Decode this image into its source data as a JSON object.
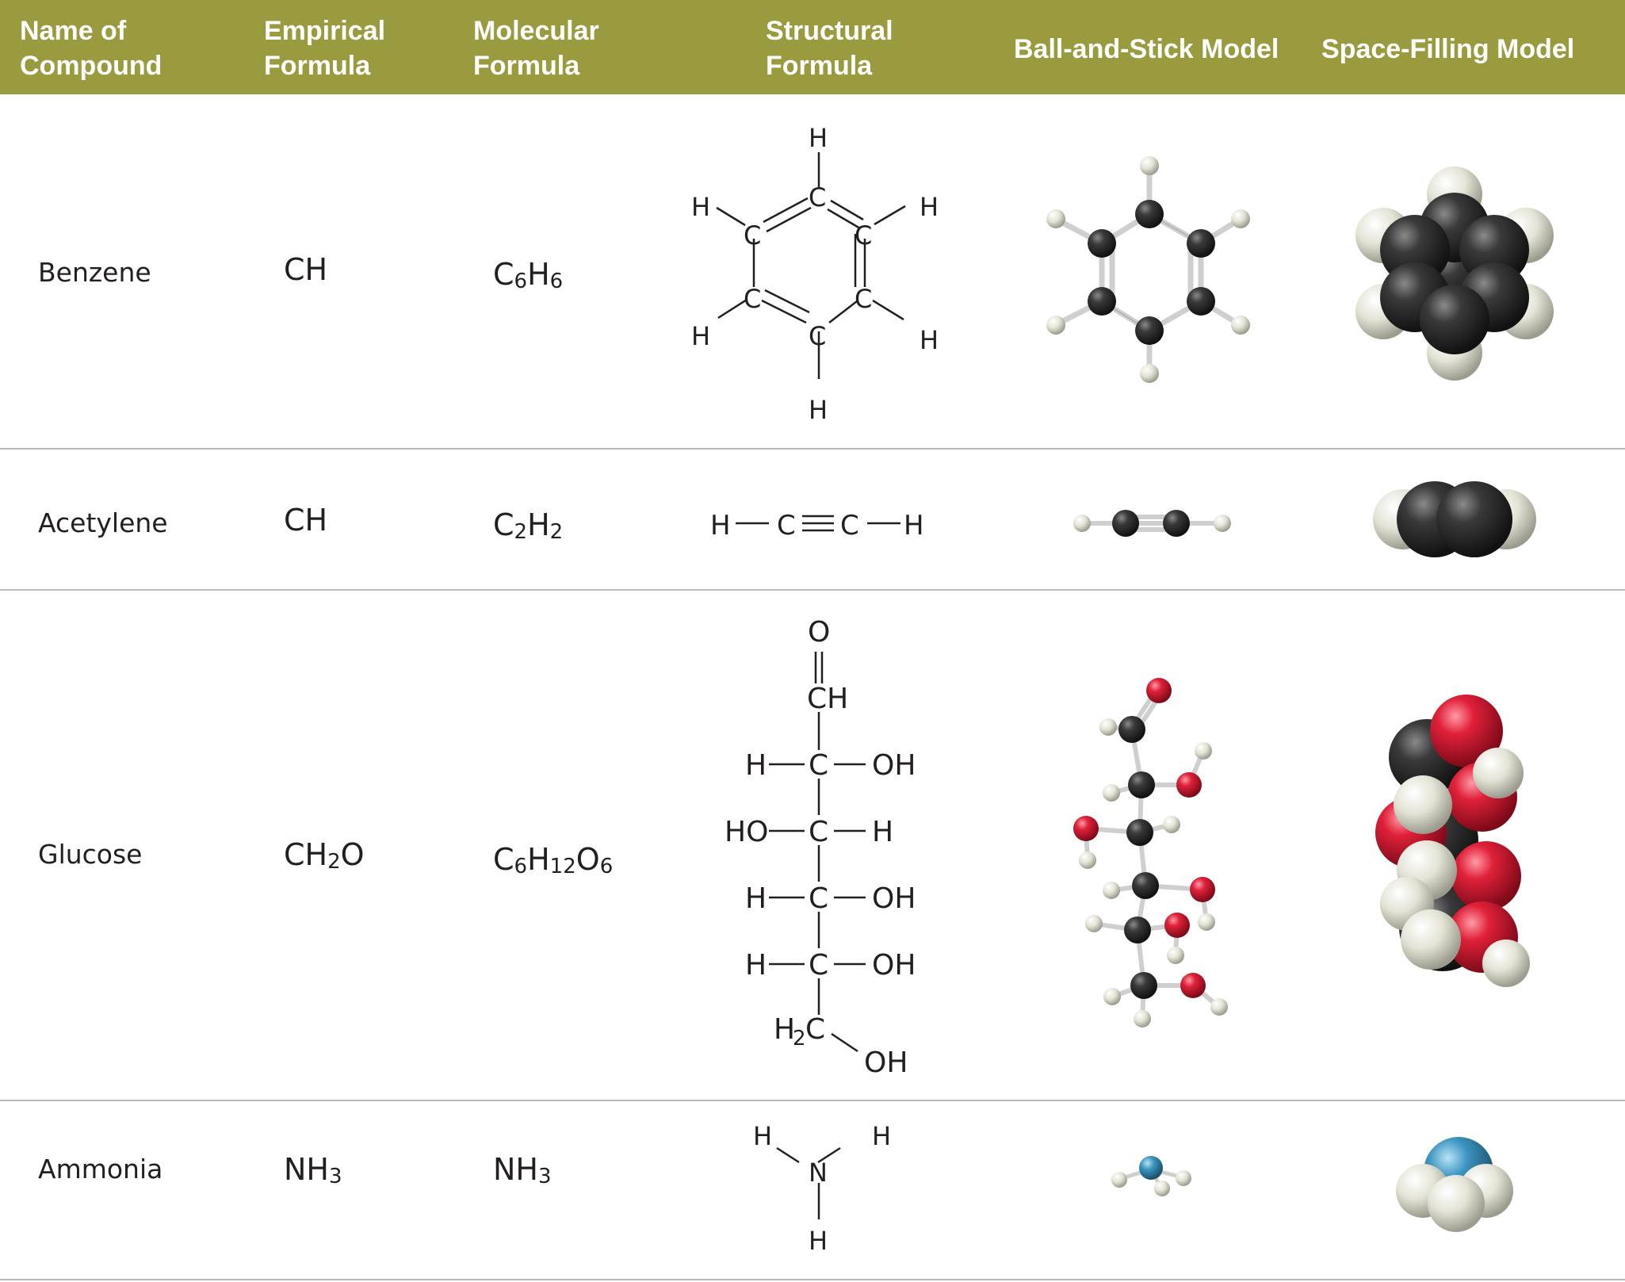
{
  "header": {
    "name_l1": "Name of",
    "name_l2": "Compound",
    "emp_l1": "Empirical",
    "emp_l2": "Formula",
    "mol_l1": "Molecular",
    "mol_l2": "Formula",
    "struct_l1": "Structural",
    "struct_l2": "Formula",
    "ball": "Ball-and-Stick Model",
    "space": "Space-Filling Model"
  },
  "rows": [
    {
      "name": "Benzene",
      "empirical": [
        {
          "t": "CH"
        }
      ],
      "molecular": [
        {
          "t": "C"
        },
        {
          "s": "6"
        },
        {
          "t": "H"
        },
        {
          "s": "6"
        }
      ]
    },
    {
      "name": "Acetylene",
      "empirical": [
        {
          "t": "CH"
        }
      ],
      "molecular": [
        {
          "t": "C"
        },
        {
          "s": "2"
        },
        {
          "t": "H"
        },
        {
          "s": "2"
        }
      ]
    },
    {
      "name": "Glucose",
      "empirical": [
        {
          "t": "CH"
        },
        {
          "s": "2"
        },
        {
          "t": "O"
        }
      ],
      "molecular": [
        {
          "t": "C"
        },
        {
          "s": "6"
        },
        {
          "t": "H"
        },
        {
          "s": "12"
        },
        {
          "t": "O"
        },
        {
          "s": "6"
        }
      ]
    },
    {
      "name": "Ammonia",
      "empirical": [
        {
          "t": "NH"
        },
        {
          "s": "3"
        }
      ],
      "molecular": [
        {
          "t": "NH"
        },
        {
          "s": "3"
        }
      ]
    }
  ],
  "structural": {
    "benzene": {
      "H": "H",
      "C": "C"
    },
    "acetylene": {
      "H": "H",
      "C": "C"
    },
    "glucose": {
      "O": "O",
      "CH": "CH",
      "H": "H",
      "C": "C",
      "OH": "OH",
      "HO": "HO",
      "H2C_H": "H",
      "H2C_2": "2",
      "H2C_C": "C"
    },
    "ammonia": {
      "H": "H",
      "N": "N"
    }
  },
  "colors": {
    "header_bg": "#9a9b3e",
    "header_text": "#ffffff",
    "row_divider": "#b9b9b9",
    "carbon": "#2b2b2b",
    "hydrogen": "#e6e6da",
    "oxygen": "#d9182f",
    "nitrogen": "#3b94c0"
  }
}
